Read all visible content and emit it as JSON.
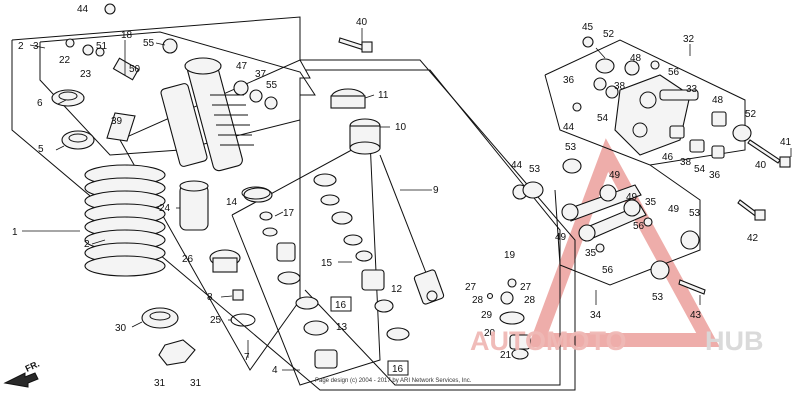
{
  "labels": [
    {
      "id": "44a",
      "text": "44"
    },
    {
      "id": "40a",
      "text": "40"
    },
    {
      "id": "3",
      "text": "3"
    },
    {
      "id": "2a",
      "text": "2"
    },
    {
      "id": "18",
      "text": "18"
    },
    {
      "id": "55a",
      "text": "55"
    },
    {
      "id": "51",
      "text": "51"
    },
    {
      "id": "22",
      "text": "22"
    },
    {
      "id": "23",
      "text": "23"
    },
    {
      "id": "50",
      "text": "50"
    },
    {
      "id": "47",
      "text": "47"
    },
    {
      "id": "37",
      "text": "37"
    },
    {
      "id": "55b",
      "text": "55"
    },
    {
      "id": "39",
      "text": "39"
    },
    {
      "id": "6",
      "text": "6"
    },
    {
      "id": "5",
      "text": "5"
    },
    {
      "id": "11",
      "text": "11"
    },
    {
      "id": "10",
      "text": "10"
    },
    {
      "id": "1",
      "text": "1"
    },
    {
      "id": "2b",
      "text": "2"
    },
    {
      "id": "24",
      "text": "24"
    },
    {
      "id": "14",
      "text": "14"
    },
    {
      "id": "17",
      "text": "17"
    },
    {
      "id": "9",
      "text": "9"
    },
    {
      "id": "26",
      "text": "26"
    },
    {
      "id": "15",
      "text": "15"
    },
    {
      "id": "8",
      "text": "8"
    },
    {
      "id": "25",
      "text": "25"
    },
    {
      "id": "16a",
      "text": "16"
    },
    {
      "id": "12",
      "text": "12"
    },
    {
      "id": "13",
      "text": "13"
    },
    {
      "id": "7",
      "text": "7"
    },
    {
      "id": "30",
      "text": "30"
    },
    {
      "id": "4",
      "text": "4"
    },
    {
      "id": "16b",
      "text": "16"
    },
    {
      "id": "31a",
      "text": "31"
    },
    {
      "id": "31b",
      "text": "31"
    },
    {
      "id": "19",
      "text": "19"
    },
    {
      "id": "27a",
      "text": "27"
    },
    {
      "id": "27b",
      "text": "27"
    },
    {
      "id": "28a",
      "text": "28"
    },
    {
      "id": "28b",
      "text": "28"
    },
    {
      "id": "29",
      "text": "29"
    },
    {
      "id": "20",
      "text": "20"
    },
    {
      "id": "21",
      "text": "21"
    },
    {
      "id": "45",
      "text": "45"
    },
    {
      "id": "52a",
      "text": "52"
    },
    {
      "id": "32",
      "text": "32"
    },
    {
      "id": "48a",
      "text": "48"
    },
    {
      "id": "56a",
      "text": "56"
    },
    {
      "id": "36a",
      "text": "36"
    },
    {
      "id": "38a",
      "text": "38"
    },
    {
      "id": "33",
      "text": "33"
    },
    {
      "id": "48b",
      "text": "48"
    },
    {
      "id": "52b",
      "text": "52"
    },
    {
      "id": "44b",
      "text": "44"
    },
    {
      "id": "54a",
      "text": "54"
    },
    {
      "id": "46",
      "text": "46"
    },
    {
      "id": "38b",
      "text": "38"
    },
    {
      "id": "54b",
      "text": "54"
    },
    {
      "id": "36b",
      "text": "36"
    },
    {
      "id": "41",
      "text": "41"
    },
    {
      "id": "40b",
      "text": "40"
    },
    {
      "id": "53a",
      "text": "53"
    },
    {
      "id": "44c",
      "text": "44"
    },
    {
      "id": "53b",
      "text": "53"
    },
    {
      "id": "49a",
      "text": "49"
    },
    {
      "id": "49b",
      "text": "49"
    },
    {
      "id": "35",
      "text": "35"
    },
    {
      "id": "56b",
      "text": "56"
    },
    {
      "id": "49c",
      "text": "49"
    },
    {
      "id": "53c",
      "text": "53"
    },
    {
      "id": "42",
      "text": "42"
    },
    {
      "id": "49d",
      "text": "49"
    },
    {
      "id": "35b",
      "text": "35"
    },
    {
      "id": "56c",
      "text": "56"
    },
    {
      "id": "53d",
      "text": "53"
    },
    {
      "id": "34",
      "text": "34"
    },
    {
      "id": "43",
      "text": "43"
    }
  ],
  "direction_label": "FR.",
  "copyright": "Page design (c) 2004 - 2017 by ARI Network Services, Inc.",
  "watermark": {
    "part1": "AUTOMOTO",
    "part2": "HUB",
    "accent_color": "#e06660",
    "gray_color": "#bbbbbb"
  }
}
